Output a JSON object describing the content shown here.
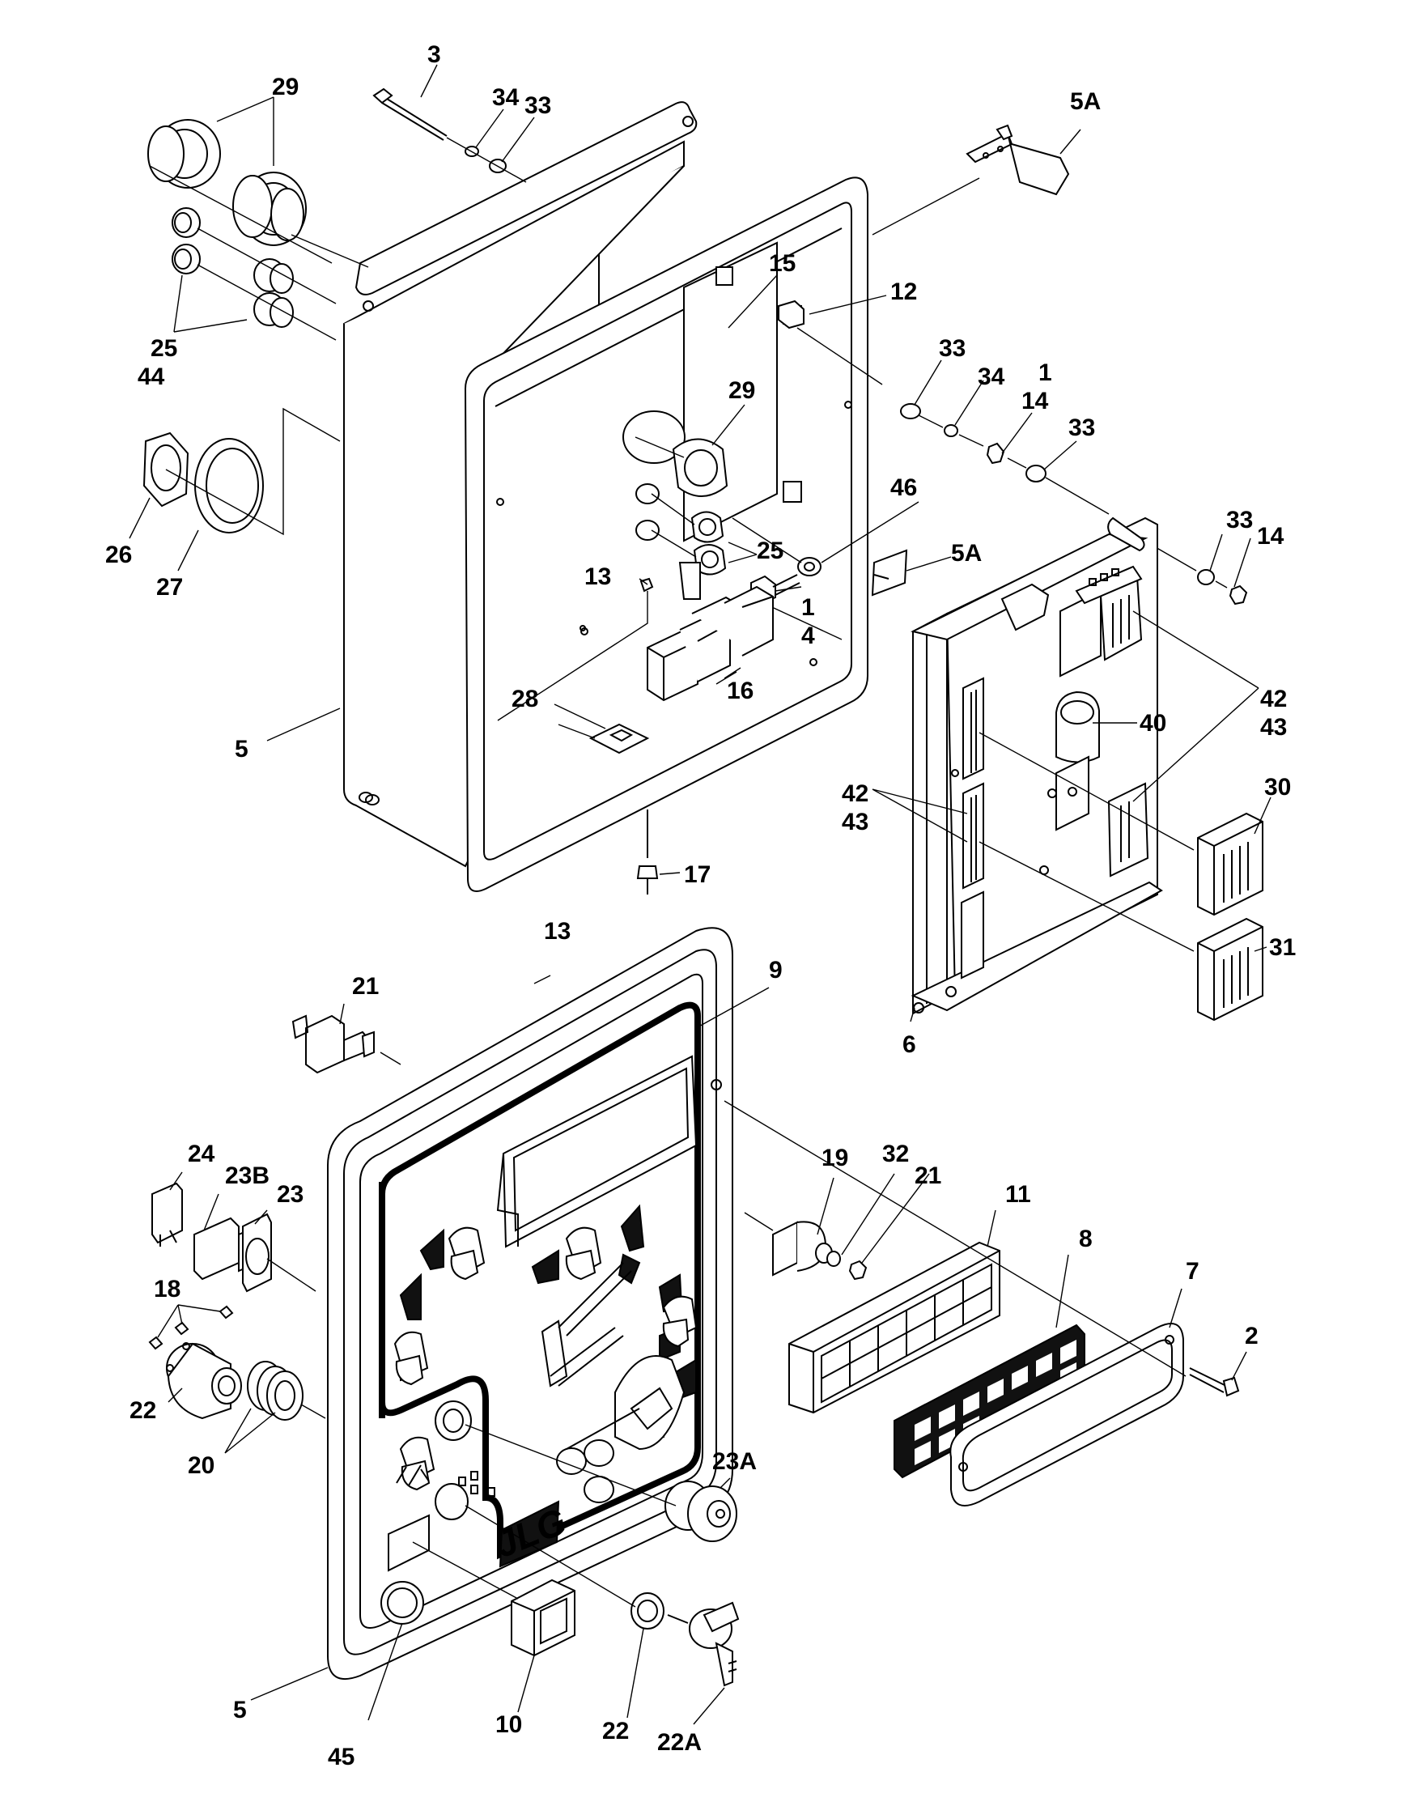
{
  "diagram": {
    "callouts": {
      "c3": "3",
      "c29a": "29",
      "c34a": "34",
      "c33a": "33",
      "c5Aa": "5A",
      "c15": "15",
      "c12": "12",
      "c25a": "25",
      "c44": "44",
      "c33b": "33",
      "c34b": "34",
      "c1a": "1",
      "c14a": "14",
      "c29b": "29",
      "c33c": "33",
      "c26": "26",
      "c27": "27",
      "c46": "46",
      "c25b": "25",
      "c33d": "33",
      "c14b": "14",
      "c13a": "13",
      "c5Ab": "5A",
      "c1b": "1",
      "c4": "4",
      "c28": "28",
      "c16": "16",
      "c42a": "42",
      "c43a": "43",
      "c40": "40",
      "c5a": "5",
      "c42b": "42",
      "c43b": "43",
      "c30": "30",
      "c17": "17",
      "c31": "31",
      "c13b": "13",
      "c9": "9",
      "c21a": "21",
      "c6": "6",
      "c19": "19",
      "c32": "32",
      "c21b": "21",
      "c24": "24",
      "c23B": "23B",
      "c23": "23",
      "c11": "11",
      "c8": "8",
      "c7": "7",
      "c18": "18",
      "c2": "2",
      "c22a": "22",
      "c20": "20",
      "c23A": "23A",
      "c5b": "5",
      "c10": "10",
      "c22b": "22",
      "c45": "45",
      "c22A": "22A"
    },
    "logo": "JLG",
    "decal_badge": "JLG"
  }
}
